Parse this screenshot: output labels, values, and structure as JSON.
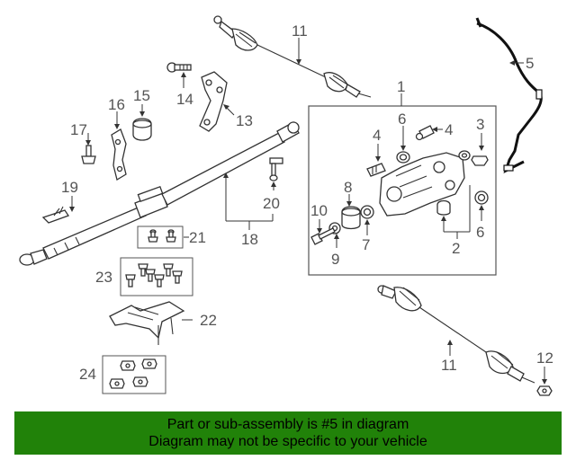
{
  "labels": {
    "n1": "1",
    "n2": "2",
    "n3": "3",
    "n4a": "4",
    "n4b": "4",
    "n5": "5",
    "n6a": "6",
    "n6b": "6",
    "n7": "7",
    "n8": "8",
    "n9": "9",
    "n10": "10",
    "n11a": "11",
    "n11b": "11",
    "n12": "12",
    "n13": "13",
    "n14": "14",
    "n15": "15",
    "n16": "16",
    "n17": "17",
    "n18": "18",
    "n19": "19",
    "n20": "20",
    "n21": "21",
    "n22": "22",
    "n23": "23",
    "n24": "24"
  },
  "banner": {
    "line1": "Part or sub-assembly is #5 in diagram",
    "line2": "Diagram may not be specific to your vehicle"
  },
  "colors": {
    "banner_bg": "#218209",
    "line_art": "#333333",
    "label": "#555555"
  }
}
